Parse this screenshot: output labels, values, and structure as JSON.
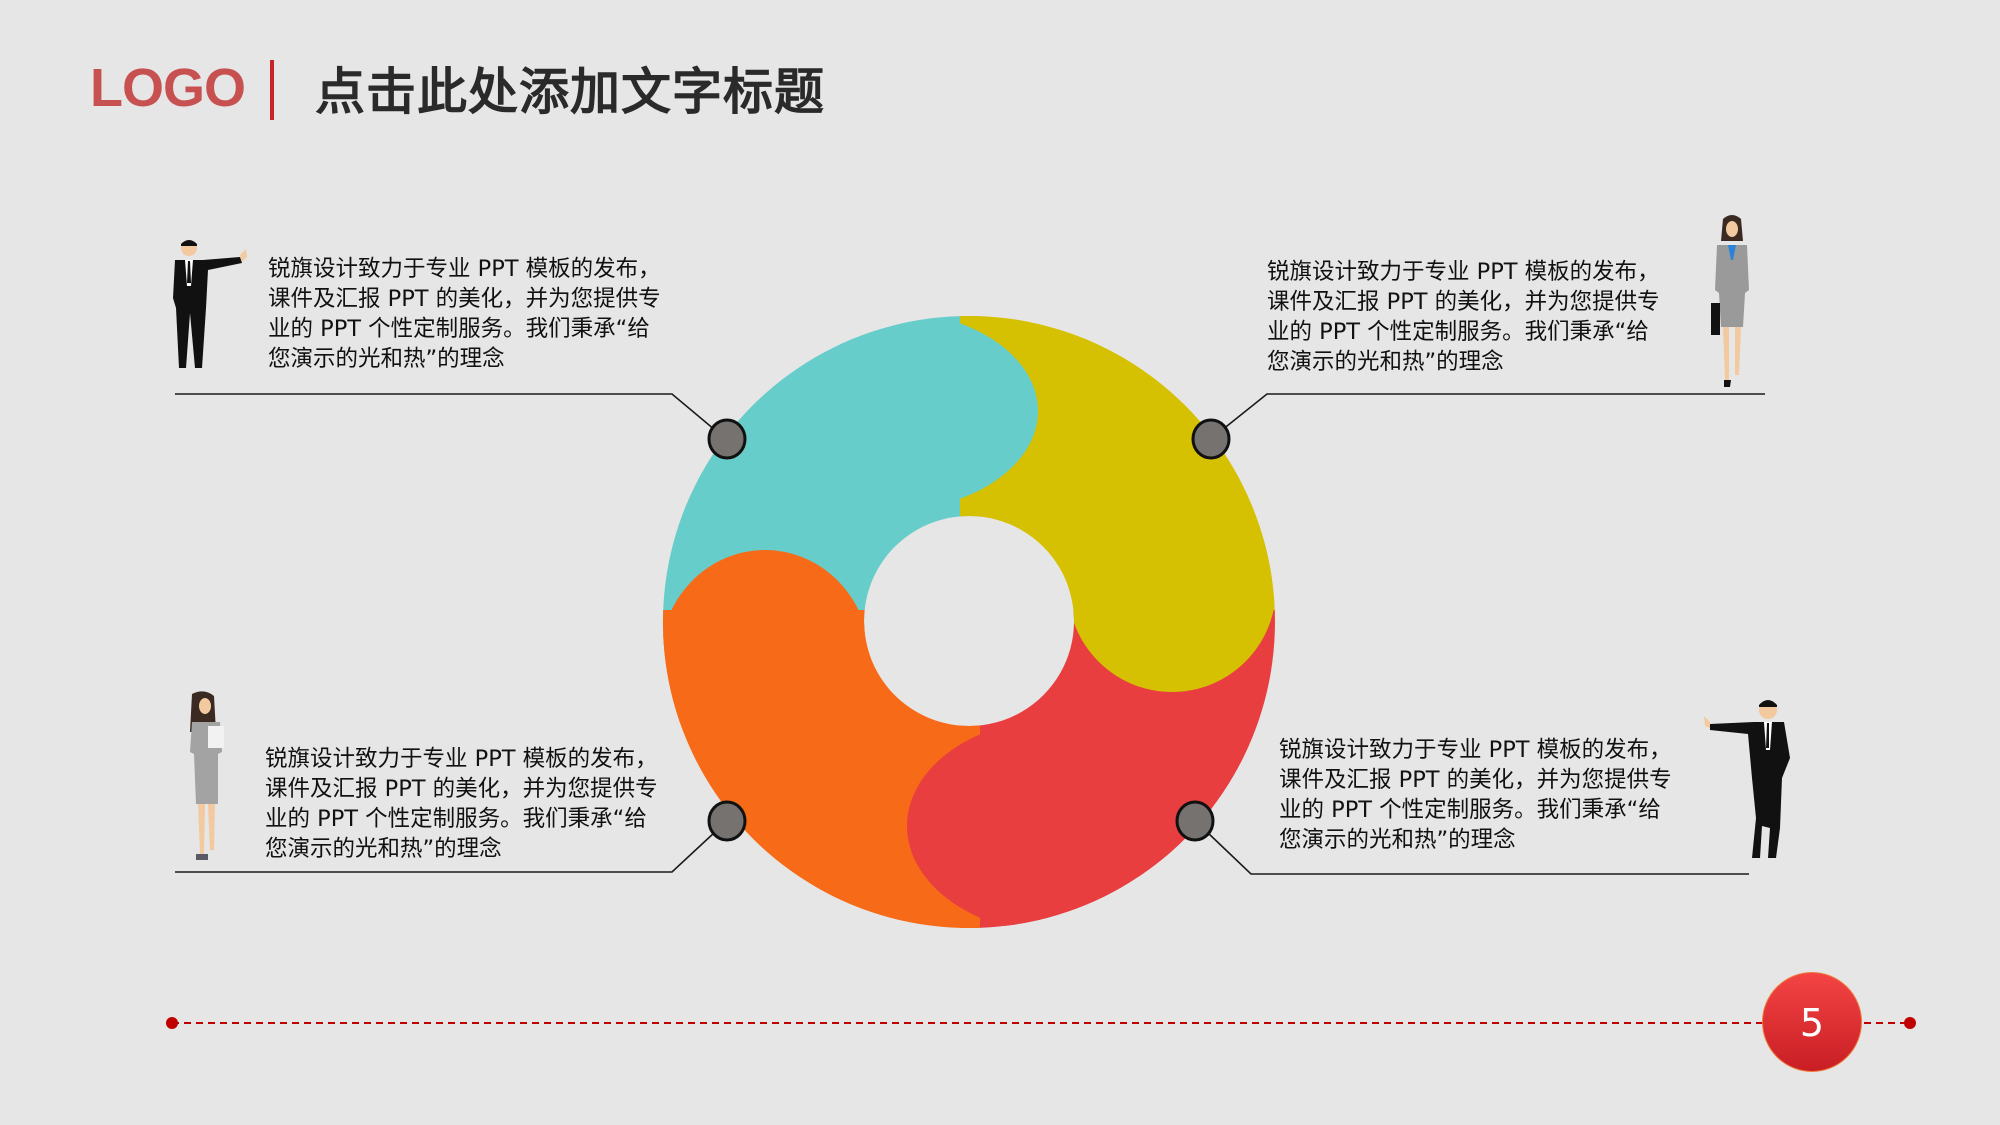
{
  "header": {
    "logo": "LOGO",
    "title": "点击此处添加文字标题"
  },
  "diagram": {
    "type": "four-segment swirl donut",
    "segments": [
      {
        "position": "top-left",
        "color": "#67cdcb"
      },
      {
        "position": "top-right",
        "color": "#d5c001"
      },
      {
        "position": "bottom-right",
        "color": "#e83e40"
      },
      {
        "position": "bottom-left",
        "color": "#f76a17"
      }
    ],
    "marker_color": "#767270",
    "hole_color": "#e6e6e6"
  },
  "blocks": [
    {
      "id": "top-left",
      "figure": "businessman-pointing",
      "lines": [
        "锐旗设计致力于专业 PPT 模板的发布，",
        "课件及汇报 PPT 的美化，并为您提供专",
        "业的 PPT 个性定制服务。我们秉承“给",
        "您演示的光和热”的理念"
      ]
    },
    {
      "id": "top-right",
      "figure": "businesswoman-briefcase",
      "lines": [
        "锐旗设计致力于专业 PPT 模板的发布，",
        "课件及汇报 PPT 的美化，并为您提供专",
        "业的 PPT 个性定制服务。我们秉承“给",
        "您演示的光和热”的理念"
      ]
    },
    {
      "id": "bottom-left",
      "figure": "businesswoman-folder",
      "lines": [
        "锐旗设计致力于专业 PPT 模板的发布，",
        "课件及汇报 PPT 的美化，并为您提供专",
        "业的 PPT 个性定制服务。我们秉承“给",
        "您演示的光和热”的理念"
      ]
    },
    {
      "id": "bottom-right",
      "figure": "businessman-leaning",
      "lines": [
        "锐旗设计致力于专业 PPT 模板的发布，",
        "课件及汇报 PPT 的美化，并为您提供专",
        "业的 PPT 个性定制服务。我们秉承“给",
        "您演示的光和热”的理念"
      ]
    }
  ],
  "footer": {
    "page_number": "5",
    "accent_color": "#c00000"
  }
}
